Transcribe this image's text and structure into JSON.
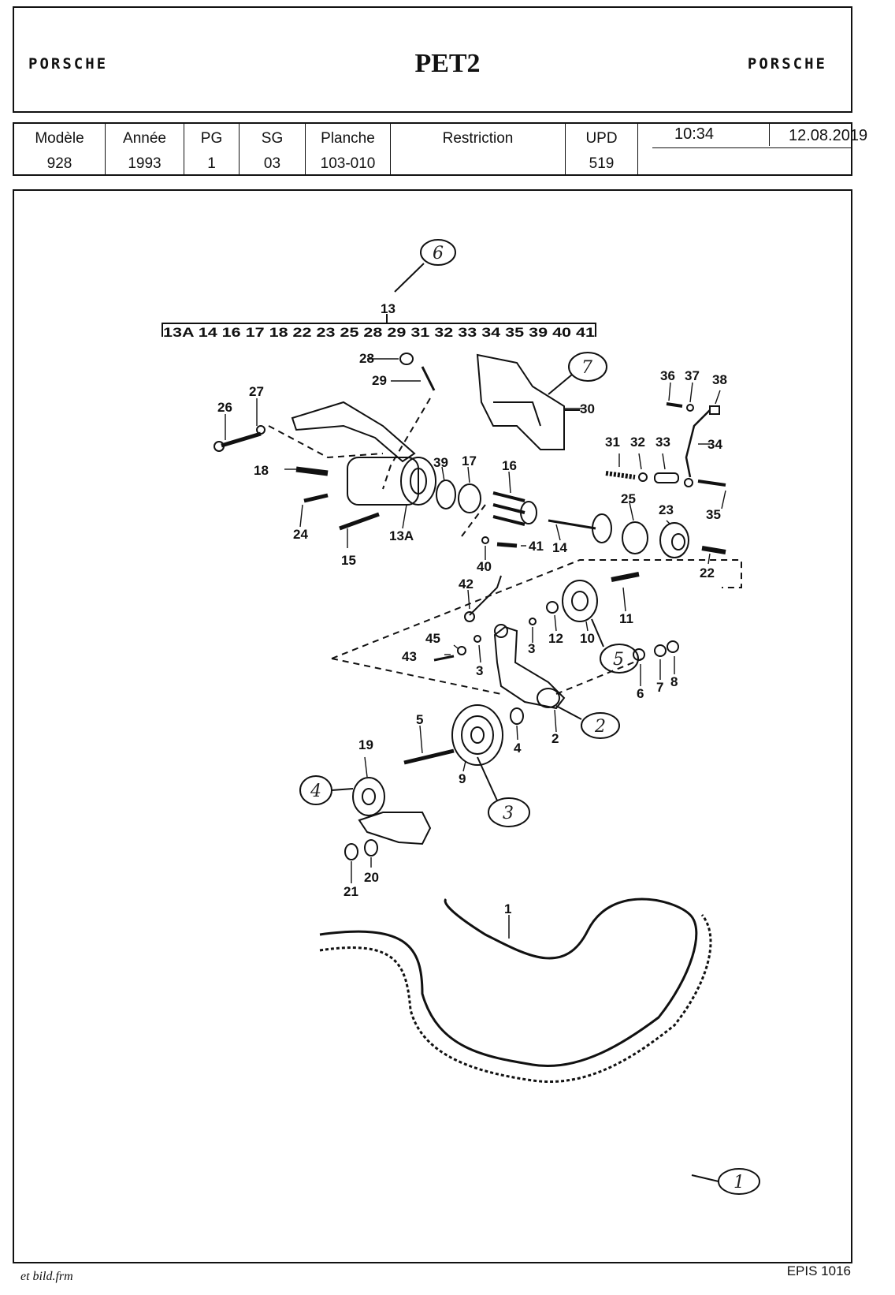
{
  "header": {
    "logo_left": "PORSCHE",
    "logo_right": "PORSCHE",
    "title": "PET2"
  },
  "meta": {
    "columns": [
      {
        "label": "Modèle",
        "value": "928"
      },
      {
        "label": "Année",
        "value": "1993"
      },
      {
        "label": "PG",
        "value": "1"
      },
      {
        "label": "SG",
        "value": "03"
      },
      {
        "label": "Planche",
        "value": "103-010"
      },
      {
        "label": "Restriction",
        "value": ""
      },
      {
        "label": "UPD",
        "value": "519"
      }
    ],
    "time": "10:34",
    "date": "12.08.2019"
  },
  "diagram": {
    "group_label": "13",
    "group_members": "13A 14 16 17 18 22 23 25 28 29 31 32 33 34 35 39 40 41",
    "callouts": [
      "1",
      "2",
      "3",
      "3",
      "4",
      "5",
      "6",
      "7",
      "8",
      "9",
      "10",
      "11",
      "12",
      "13A",
      "14",
      "15",
      "16",
      "17",
      "18",
      "19",
      "20",
      "21",
      "22",
      "23",
      "24",
      "25",
      "26",
      "27",
      "28",
      "29",
      "30",
      "31",
      "32",
      "33",
      "34",
      "35",
      "36",
      "37",
      "38",
      "39",
      "40",
      "41",
      "42",
      "43",
      "45"
    ],
    "handwritten": [
      "6",
      "7",
      "5",
      "2",
      "3",
      "4",
      "1"
    ]
  },
  "footer": {
    "left": "et bild.frm",
    "right": "EPIS 1016"
  }
}
